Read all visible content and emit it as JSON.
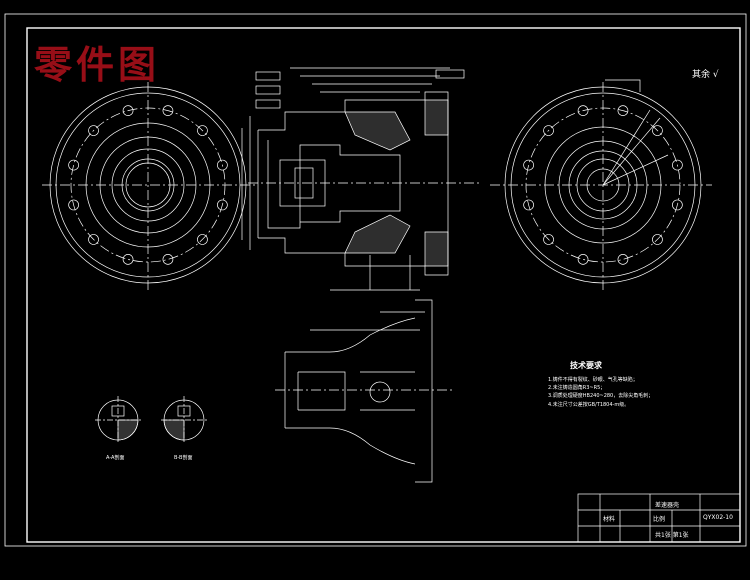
{
  "watermark": {
    "text": "零件图",
    "color": "#a8101a"
  },
  "rough_mark": "其余 √",
  "tech_requirements": {
    "title": "技术要求",
    "notes": [
      "1.铸件不得有裂纹、砂眼、气孔等缺陷；",
      "2.未注铸造圆角R3~R5；",
      "3.调质处理硬度HB240~280，去除尖角毛刺；",
      "4.未注尺寸公差按GB/T1804-m级。"
    ]
  },
  "section_labels": [
    "A-A剖面",
    "B-B剖面"
  ],
  "title_block": {
    "part_name": "差速器壳",
    "drawing_no": "QYX02-10",
    "material_label": "材料",
    "scale_label": "比例",
    "sheet_label": "共1张 第1张"
  },
  "colors": {
    "line": "#ffffff",
    "background": "#000000",
    "accent": "#a8101a"
  },
  "icons": [
    "gdt-frame-icon",
    "roughness-check-icon",
    "section-arrow-icon"
  ]
}
